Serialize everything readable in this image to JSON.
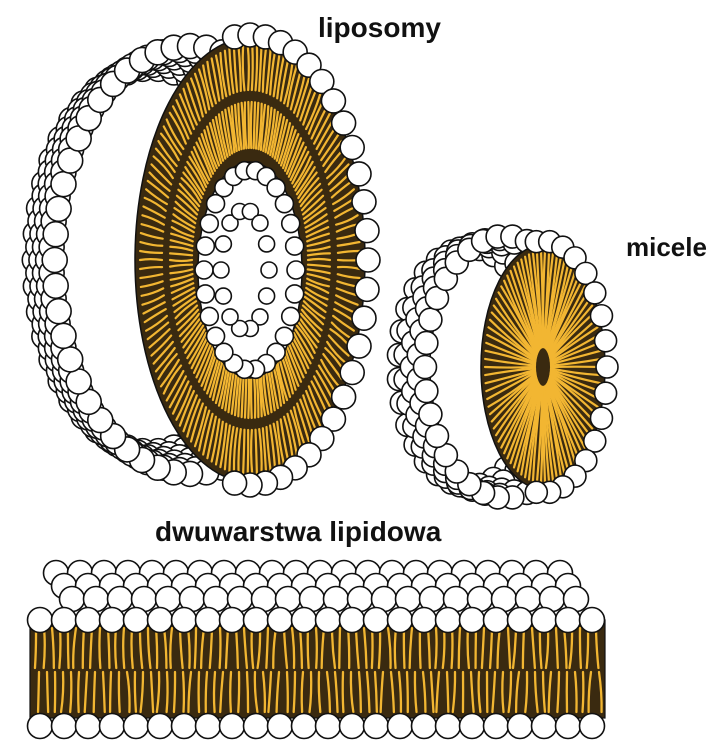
{
  "labels": {
    "liposome": "liposomy",
    "micelle": "micele",
    "bilayer": "dwuwarstwa lipidowa"
  },
  "colors": {
    "background": "#ffffff",
    "lipid_head_fill": "#ffffff",
    "lipid_head_stroke": "#111111",
    "lipid_tail_light": "#f2b632",
    "lipid_tail_dark": "#3a2a10"
  },
  "structures": [
    "liposome",
    "micelle",
    "lipid-bilayer"
  ]
}
